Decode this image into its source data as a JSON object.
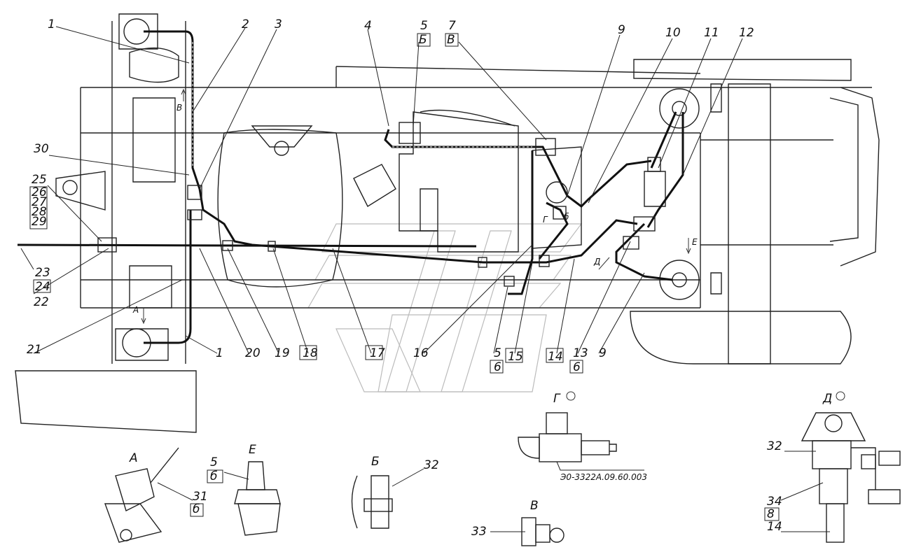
{
  "callouts": [
    {
      "id": "c1a",
      "text": "1"
    },
    {
      "id": "c2",
      "text": "2"
    },
    {
      "id": "c3",
      "text": "3"
    },
    {
      "id": "c4",
      "text": "4"
    },
    {
      "id": "c5",
      "text": "5"
    },
    {
      "id": "c5b",
      "text": "Б"
    },
    {
      "id": "c7",
      "text": "7"
    },
    {
      "id": "c7b",
      "text": "В"
    },
    {
      "id": "c9a",
      "text": "9"
    },
    {
      "id": "c10",
      "text": "10"
    },
    {
      "id": "c11",
      "text": "11"
    },
    {
      "id": "c12",
      "text": "12"
    },
    {
      "id": "c30",
      "text": "30"
    },
    {
      "id": "c25",
      "text": "25"
    },
    {
      "id": "c26",
      "text": "26"
    },
    {
      "id": "c27",
      "text": "27"
    },
    {
      "id": "c28",
      "text": "28"
    },
    {
      "id": "c29",
      "text": "29"
    },
    {
      "id": "c23",
      "text": "23"
    },
    {
      "id": "c24",
      "text": "24"
    },
    {
      "id": "c22",
      "text": "22"
    },
    {
      "id": "c21",
      "text": "21"
    },
    {
      "id": "c1b",
      "text": "1"
    },
    {
      "id": "c20",
      "text": "20"
    },
    {
      "id": "c19",
      "text": "19"
    },
    {
      "id": "c18",
      "text": "18"
    },
    {
      "id": "c17",
      "text": "17"
    },
    {
      "id": "c16",
      "text": "16"
    },
    {
      "id": "c5c",
      "text": "5"
    },
    {
      "id": "c6a",
      "text": "6"
    },
    {
      "id": "c15",
      "text": "15"
    },
    {
      "id": "c14",
      "text": "14"
    },
    {
      "id": "c13",
      "text": "13"
    },
    {
      "id": "c6b",
      "text": "6"
    },
    {
      "id": "c9b",
      "text": "9"
    }
  ],
  "markers": {
    "v": "В",
    "a": "А",
    "g": "Г",
    "d": "Д",
    "e": "Е",
    "b6": "б"
  },
  "views": {
    "a": {
      "title": "А",
      "label_31": "31",
      "label_6": "б"
    },
    "e": {
      "title": "Е",
      "label_5": "5",
      "label_6": "б"
    },
    "b": {
      "title": "Б",
      "label_32": "32"
    },
    "g": {
      "title": "Г",
      "part_no": "Э0-3322А.09.60.003"
    },
    "v": {
      "title": "В",
      "label_33": "33"
    },
    "d": {
      "title": "Д",
      "label_32": "32",
      "label_34": "34",
      "label_8": "8",
      "label_14": "14"
    }
  }
}
